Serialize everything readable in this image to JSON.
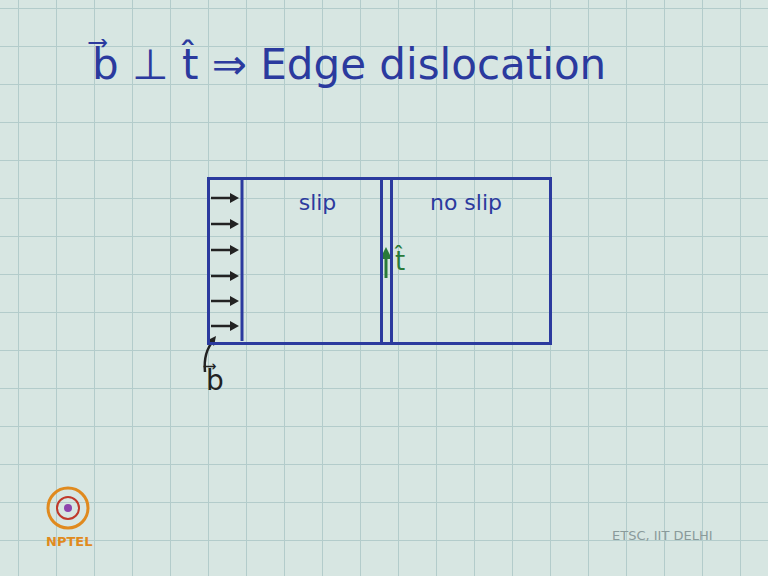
{
  "diagram": {
    "title": "b⃗ ⊥ t̂ ⇒ Edge dislocation",
    "nodes": [
      {
        "text": [
          "slip"
        ]
      },
      {
        "text": [
          "no slip"
        ]
      }
    ],
    "labels": [
      "t̂",
      "b⃗",
      "NPTEL",
      "ETSC, IIT DELHI"
    ]
  }
}
